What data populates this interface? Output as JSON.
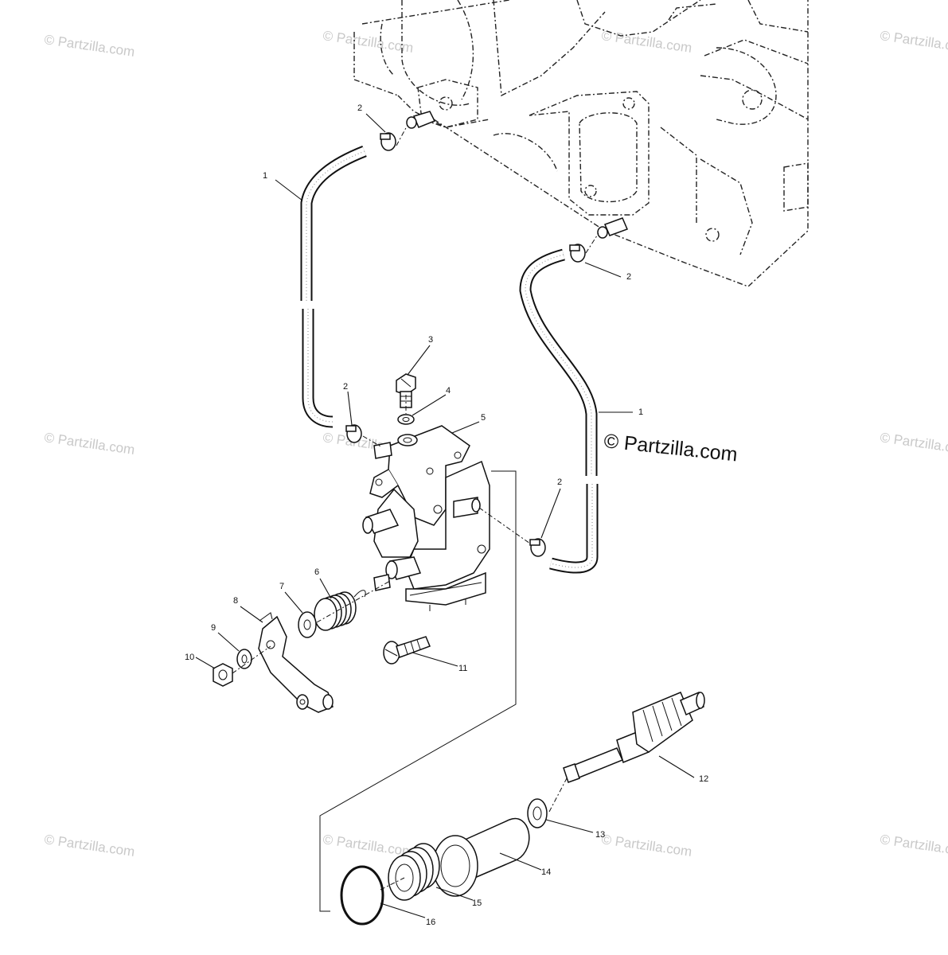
{
  "watermark": "© Partzilla.com",
  "credit": "© Partzilla.com",
  "callouts": {
    "p1a": "1",
    "p1b": "1",
    "p2a": "2",
    "p2b": "2",
    "p2c": "2",
    "p2d": "2",
    "p3": "3",
    "p4": "4",
    "p5": "5",
    "p6": "6",
    "p7": "7",
    "p8": "8",
    "p9": "9",
    "p10": "10",
    "p11": "11",
    "p12": "12",
    "p13": "13",
    "p14": "14",
    "p15": "15",
    "p16": "16"
  }
}
